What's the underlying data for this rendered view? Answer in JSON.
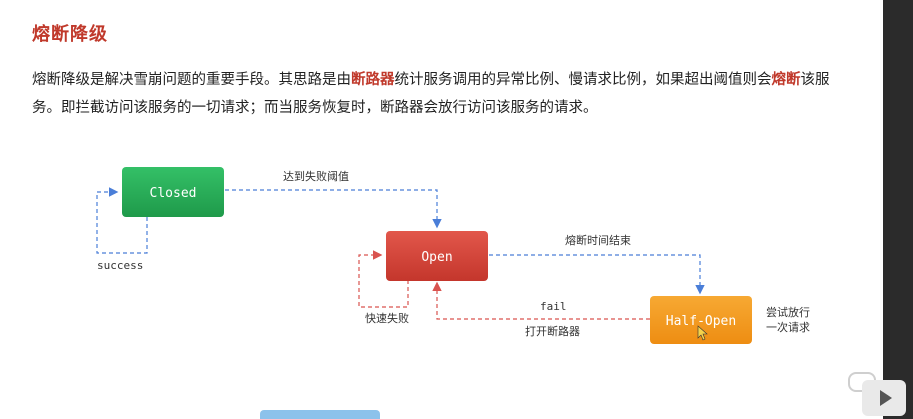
{
  "title": "熔断降级",
  "paragraph": {
    "part1": "熔断降级是解决雪崩问题的重要手段。其思路是由",
    "hl1": "断路器",
    "part2": "统计服务调用的异常比例、慢请求比例，如果超出阈值则会",
    "hl2": "熔断",
    "part3": "该服务。即拦截访问该服务的一切请求；而当服务恢复时，断路器会放行访问该服务的请求。"
  },
  "diagram": {
    "closed_label": "Closed",
    "open_label": "Open",
    "halfopen_label": "Half-Open",
    "success_label": "success",
    "to_open_label": "达到失败阈值",
    "fast_fail_label": "快速失败",
    "break_time_label": "熔断时间结束",
    "fail_label": "fail",
    "open_breaker_label": "打开断路器",
    "try_line1": "尝试放行",
    "try_line2": "一次请求"
  },
  "colors": {
    "closed": "#2bb05b",
    "open": "#d9473c",
    "halfopen": "#f39c1f",
    "blue_arrow": "#4a7ed8",
    "red_arrow": "#d9534f",
    "accent": "#c0392b"
  }
}
